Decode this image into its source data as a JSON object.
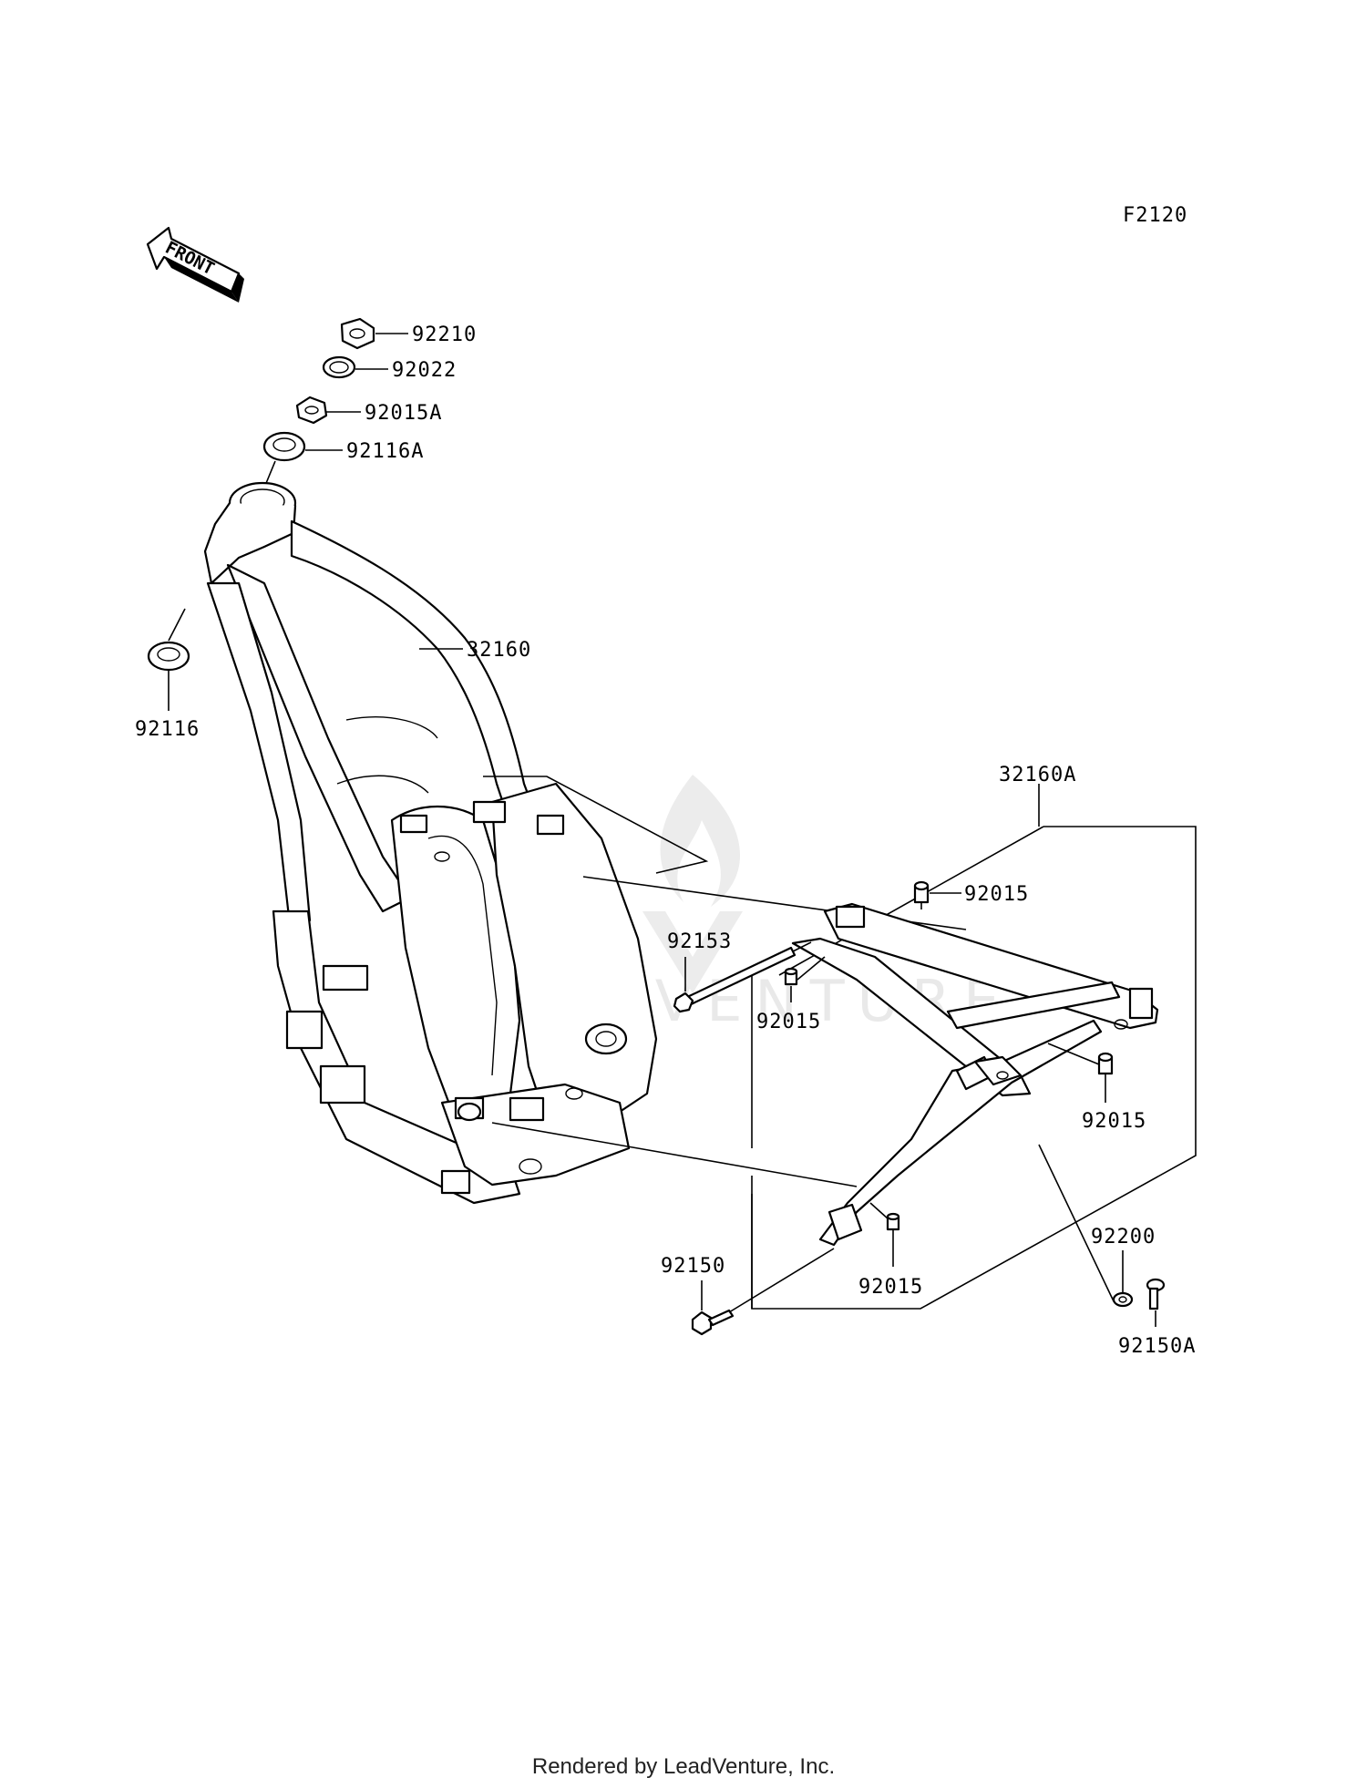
{
  "diagram_id": "F2120",
  "front_arrow_label": "FRONT",
  "watermark": "LEADVENTURE",
  "footer": "Rendered by LeadVenture, Inc.",
  "callouts": {
    "p92210": "92210",
    "p92022": "92022",
    "p92015A": "92015A",
    "p92116A": "92116A",
    "p32160": "32160",
    "p92116": "92116",
    "p32160A": "32160A",
    "p92015_a": "92015",
    "p92153": "92153",
    "p92015_b": "92015",
    "p92015_c": "92015",
    "p92150": "92150",
    "p92015_d": "92015",
    "p92200": "92200",
    "p92150A": "92150A"
  }
}
